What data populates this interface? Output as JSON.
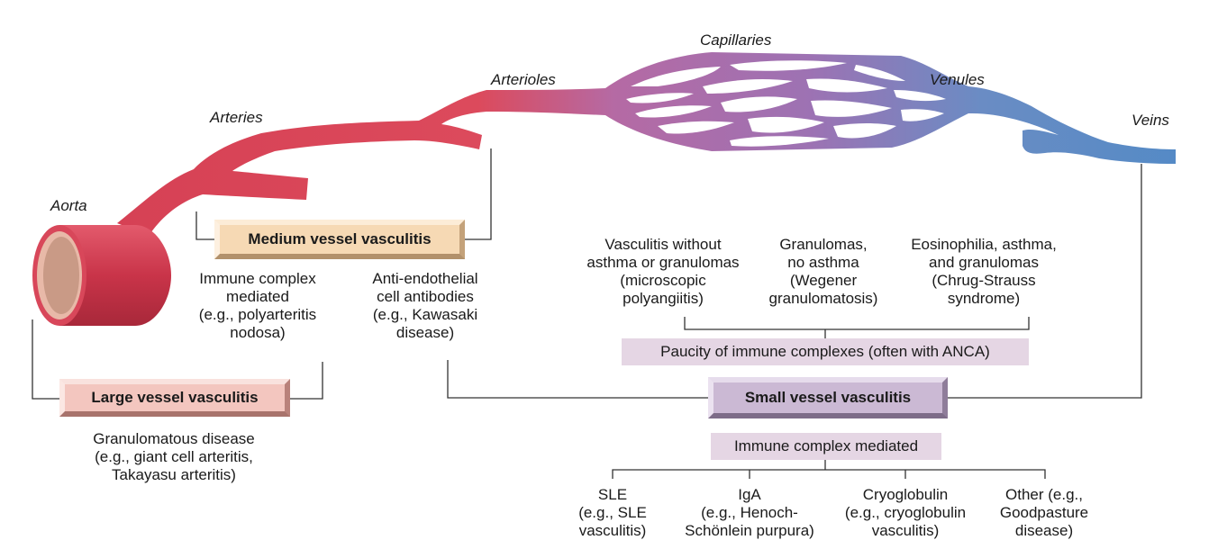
{
  "vessels": {
    "aorta": "Aorta",
    "arteries": "Arteries",
    "arterioles": "Arterioles",
    "capillaries": "Capillaries",
    "venules": "Venules",
    "veins": "Veins"
  },
  "large": {
    "title": "Large vessel vasculitis",
    "desc": [
      "Granulomatous disease",
      "(e.g., giant cell arteritis,",
      "Takayasu arteritis)"
    ]
  },
  "medium": {
    "title": "Medium vessel vasculitis",
    "left": [
      "Immune complex",
      "mediated",
      "(e.g., polyarteritis",
      "nodosa)"
    ],
    "right": [
      "Anti-endothelial",
      "cell antibodies",
      "(e.g., Kawasaki",
      "disease)"
    ]
  },
  "small": {
    "title": "Small vessel vasculitis",
    "pauci_label": "Paucity of immune complexes (often with ANCA)",
    "pauci_items": [
      [
        "Vasculitis without",
        "asthma or granulomas",
        "(microscopic",
        "polyangiitis)"
      ],
      [
        "Granulomas,",
        "no asthma",
        "(Wegener",
        "granulomatosis)"
      ],
      [
        "Eosinophilia, asthma,",
        "and granulomas",
        "(Chrug-Strauss",
        "syndrome)"
      ]
    ],
    "immune_label": "Immune complex mediated",
    "immune_items": [
      [
        "SLE",
        "(e.g., SLE",
        "vasculitis)"
      ],
      [
        "IgA",
        "(e.g., Henoch-",
        "Schönlein purpura)"
      ],
      [
        "Cryoglobulin",
        "(e.g., cryoglobulin",
        "vasculitis)"
      ],
      [
        "Other (e.g.,",
        "Goodpasture",
        "disease)"
      ]
    ]
  },
  "colors": {
    "artery": "#d43e52",
    "capillary": "#a865a6",
    "vein": "#5b8ec4"
  }
}
